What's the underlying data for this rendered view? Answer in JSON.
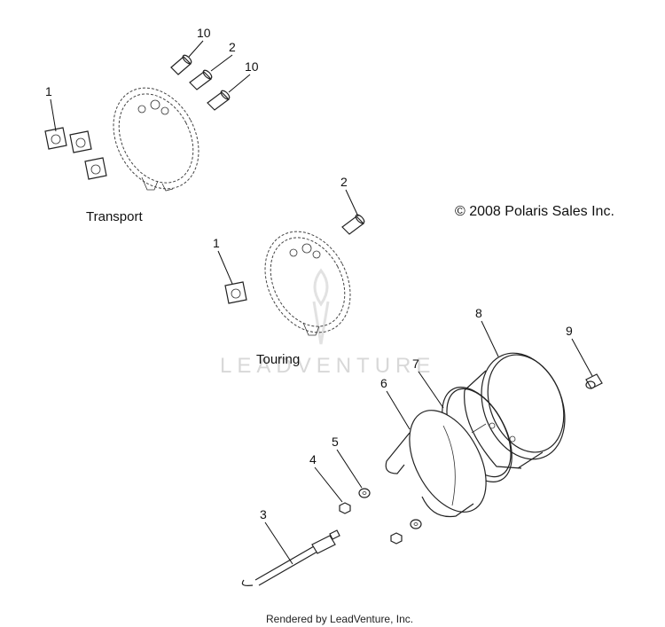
{
  "diagram": {
    "copyright": "© 2008 Polaris Sales Inc.",
    "footer": "Rendered by LeadVenture, Inc.",
    "watermark": "LEADVENTURE",
    "groups": {
      "transport": "Transport",
      "touring": "Touring"
    },
    "callouts": {
      "c1_transport": "1",
      "c10_top": "10",
      "c2_top": "2",
      "c10_mid": "10",
      "c2_touring": "2",
      "c1_touring": "1",
      "c8": "8",
      "c9": "9",
      "c7": "7",
      "c6": "6",
      "c5": "5",
      "c4": "4",
      "c3": "3"
    }
  }
}
